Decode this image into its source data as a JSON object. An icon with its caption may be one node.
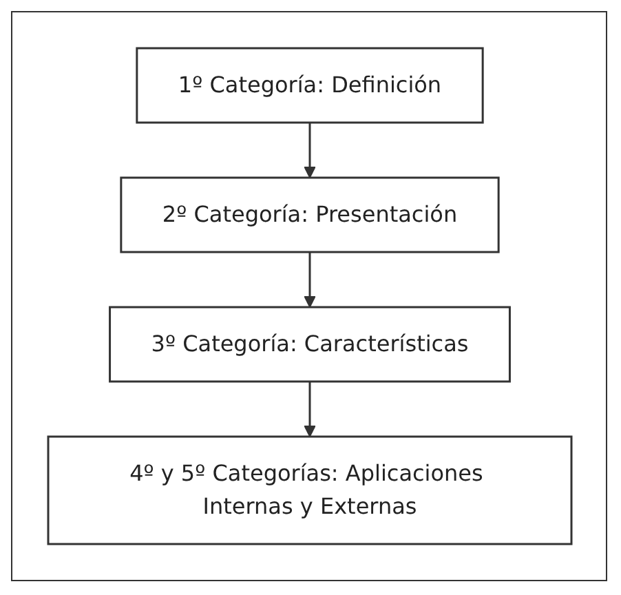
{
  "diagram": {
    "nodes": [
      {
        "text": [
          "1º Categoría: Definición"
        ]
      },
      {
        "text": [
          "2º Categoría: Presentación"
        ]
      },
      {
        "text": [
          "3º Categoría: Características"
        ]
      },
      {
        "text": [
          "4º y 5º Categorías: Aplicaciones Internas y Externas"
        ]
      }
    ],
    "edges": [
      {
        "from": 0,
        "to": 1,
        "arrow": "to"
      },
      {
        "from": 1,
        "to": 2,
        "arrow": "to"
      },
      {
        "from": 2,
        "to": 3,
        "arrow": "to"
      }
    ]
  }
}
